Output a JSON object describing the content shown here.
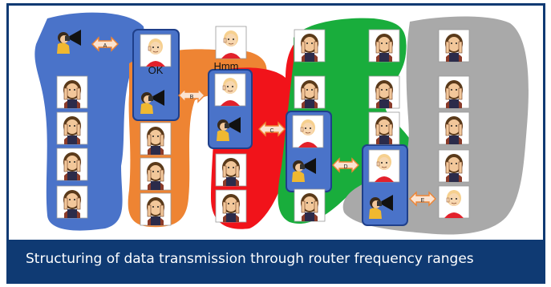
{
  "caption": "Structuring of data transmission through router frequency ranges",
  "group_labels": [
    "A",
    "B",
    "C",
    "D",
    "E"
  ],
  "speech": {
    "ok": "OK",
    "hmm": "Hmm"
  },
  "colors": {
    "frame": "#0f3a73",
    "caption_bg": "#0f3a73",
    "group_a": "#4a73c9",
    "group_b": "#ee8433",
    "group_c": "#f1131a",
    "group_d": "#19ad3c",
    "group_e": "#a9a9a9",
    "arrow": "#ee8433"
  }
}
